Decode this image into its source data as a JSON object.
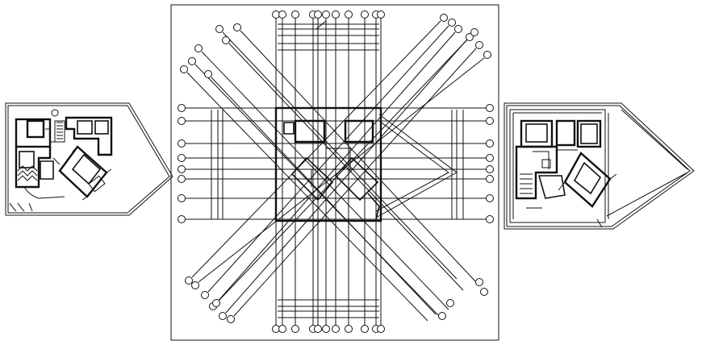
{
  "drawing": {
    "panels": [
      {
        "id": "left-floor-plan"
      },
      {
        "id": "centre-grid-plan"
      },
      {
        "id": "right-floor-plan"
      }
    ]
  },
  "icons": {
    "grid_bubble": "circle-grid-marker"
  }
}
